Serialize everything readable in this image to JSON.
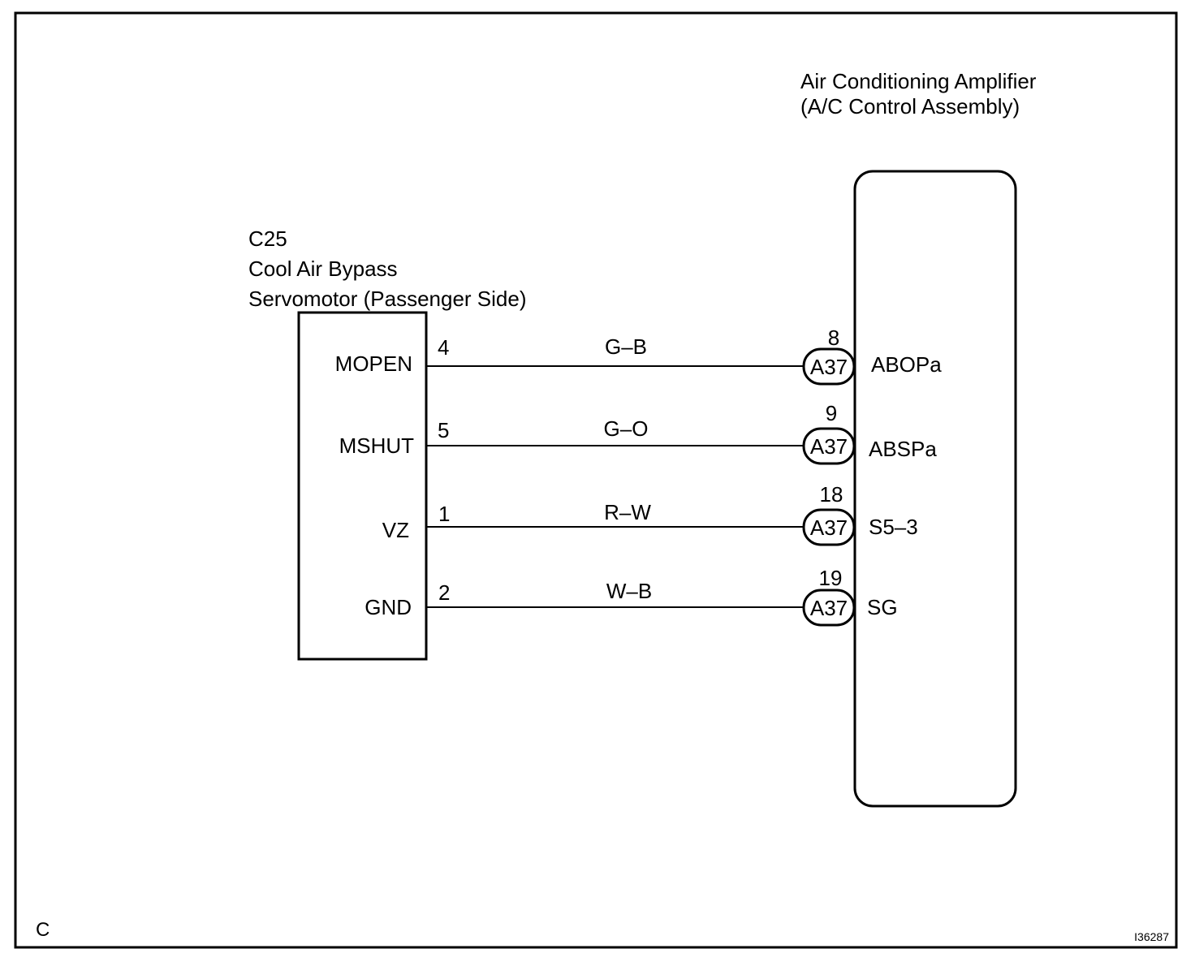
{
  "servomotor": {
    "code": "C25",
    "name_line1": "Cool Air Bypass",
    "name_line2": "Servomotor (Passenger Side)"
  },
  "amplifier": {
    "name_line1": "Air Conditioning Amplifier",
    "name_line2": "(A/C Control Assembly)"
  },
  "wires": [
    {
      "left_terminal": "MOPEN",
      "left_pin": "4",
      "color": "G–B",
      "connector": "A37",
      "right_pin": "8",
      "right_terminal": "ABOPa"
    },
    {
      "left_terminal": "MSHUT",
      "left_pin": "5",
      "color": "G–O",
      "connector": "A37",
      "right_pin": "9",
      "right_terminal": "ABSPa"
    },
    {
      "left_terminal": "VZ",
      "left_pin": "1",
      "color": "R–W",
      "connector": "A37",
      "right_pin": "18",
      "right_terminal": "S5–3"
    },
    {
      "left_terminal": "GND",
      "left_pin": "2",
      "color": "W–B",
      "connector": "A37",
      "right_pin": "19",
      "right_terminal": "SG"
    }
  ],
  "corner_label": "C",
  "figure_id": "I36287"
}
